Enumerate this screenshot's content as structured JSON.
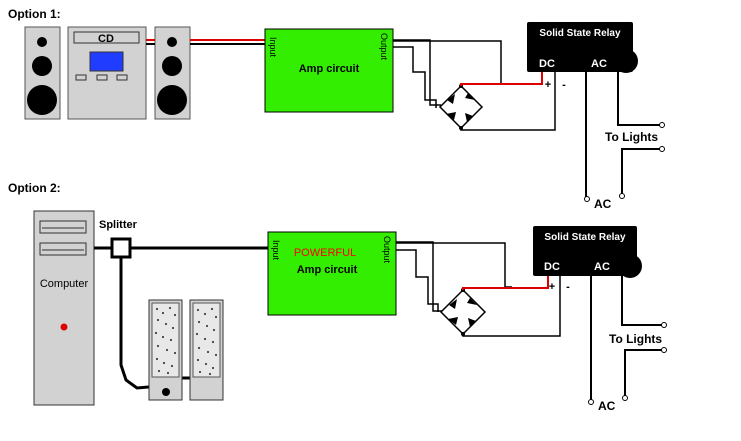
{
  "option1": {
    "heading": "Option 1:",
    "cd_label": "CD",
    "amp": {
      "input": "Input",
      "output": "Output",
      "name": "Amp circuit"
    },
    "relay": {
      "title": "Solid State Relay",
      "dc": "DC",
      "ac": "AC",
      "plus": "+",
      "minus": "-"
    },
    "lights_label": "To Lights",
    "ac_label": "AC"
  },
  "option2": {
    "heading": "Option 2:",
    "computer_label": "Computer",
    "splitter_label": "Splitter",
    "amp": {
      "input": "Input",
      "output": "Output",
      "highlight": "POWERFUL",
      "name": "Amp circuit"
    },
    "relay": {
      "title": "Solid State Relay",
      "dc": "DC",
      "ac": "AC",
      "plus": "+",
      "minus": "-"
    },
    "lights_label": "To Lights",
    "ac_label": "AC"
  },
  "colors": {
    "amp_fill": "#33ee00",
    "relay_fill": "#000000",
    "signal_wire": "#dd0000",
    "lcd_fill": "#1f3cff",
    "powerful_text": "#ff0000",
    "device_gray": "#d2d2d2",
    "power_led": "#dd0000"
  }
}
